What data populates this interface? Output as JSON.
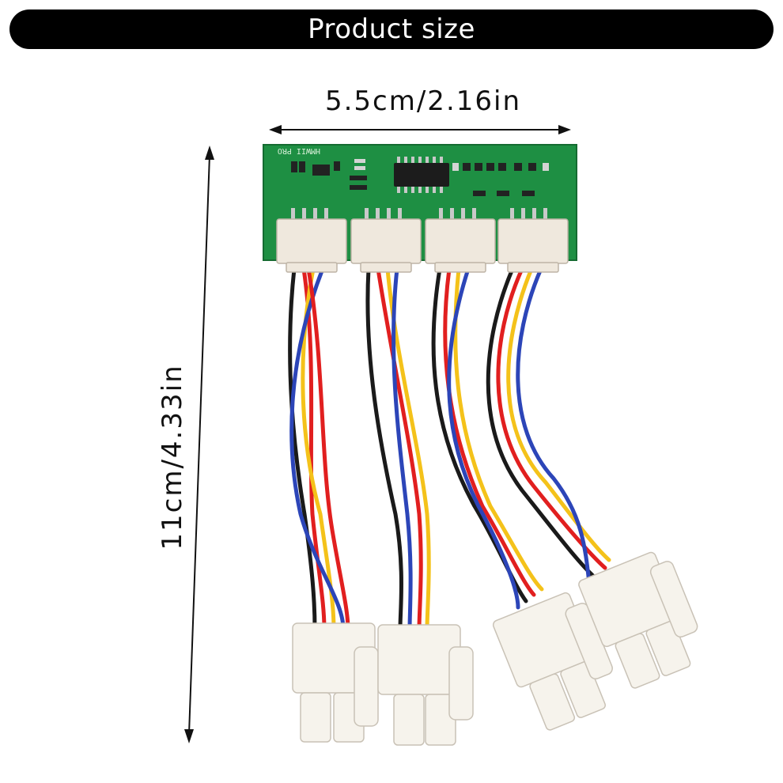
{
  "banner": {
    "title": "Product size"
  },
  "dimensions": {
    "width_label": "5.5cm/2.16in",
    "height_label": "11cm/4.33in"
  },
  "product": {
    "board_marking": "HMWII PRO",
    "header_count": 4,
    "output_plug_count": 4,
    "wire_colors": {
      "black": "#1a1a1a",
      "red": "#e11f1f",
      "yellow": "#f4c21a",
      "blue": "#2c45b8"
    },
    "board_color": "#1e8f43"
  }
}
